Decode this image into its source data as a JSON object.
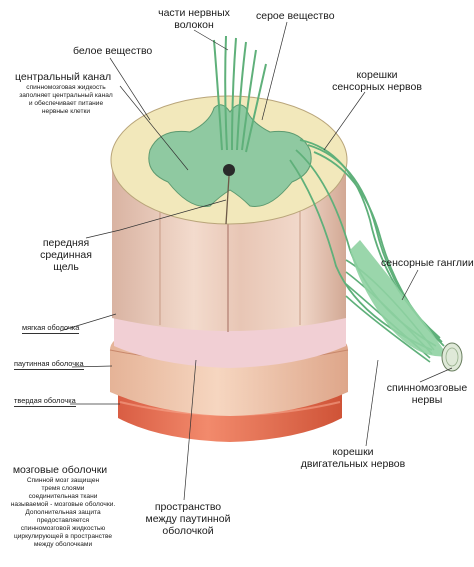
{
  "labels": {
    "nerve_fiber_parts": "части нервных\nволокон",
    "gray_matter": "серое вещество",
    "white_matter": "белое вещество",
    "central_canal_title": "центральный канал",
    "central_canal_note": "спинномозговая жидкость\nзаполняет центральный канал\nи обеспечивает питание\nнервные клетки",
    "sensory_roots": "корешки\nсенсорных нервов",
    "anterior_fissure": "передняя\nсрединная щель",
    "sensory_ganglia": "сенсорные ганглии",
    "pia_mater": "мягкая оболочка",
    "arachnoid": "паутинная оболочка",
    "dura_mater": "твердая оболочка",
    "spinal_nerves": "спинномозговые\nнервы",
    "motor_roots": "корешки\nдвигательных нервов",
    "meninges_title": "мозговые оболочки",
    "meninges_note": "Спинной мозг защищен\nтремя слоями\nсоединительная ткани\nназываемой - мозговые оболочки.\nДополнительная защита\nпредоставляется\nспинномозговой жидкостью\nциркулирующей в пространстве\nмежду оболочками",
    "subarachnoid_space": "пространство\nмежду паутинной\nоболочкой"
  },
  "colors": {
    "white_matter": "#f2e8bb",
    "gray_matter": "#8fc9a1",
    "column": "#e9c9b9",
    "pia": "#f1cfd4",
    "arachnoid": "#eec3ab",
    "dura": "#e87458",
    "nerve": "#5fb07a",
    "nerve_light": "#9ad8ac"
  }
}
